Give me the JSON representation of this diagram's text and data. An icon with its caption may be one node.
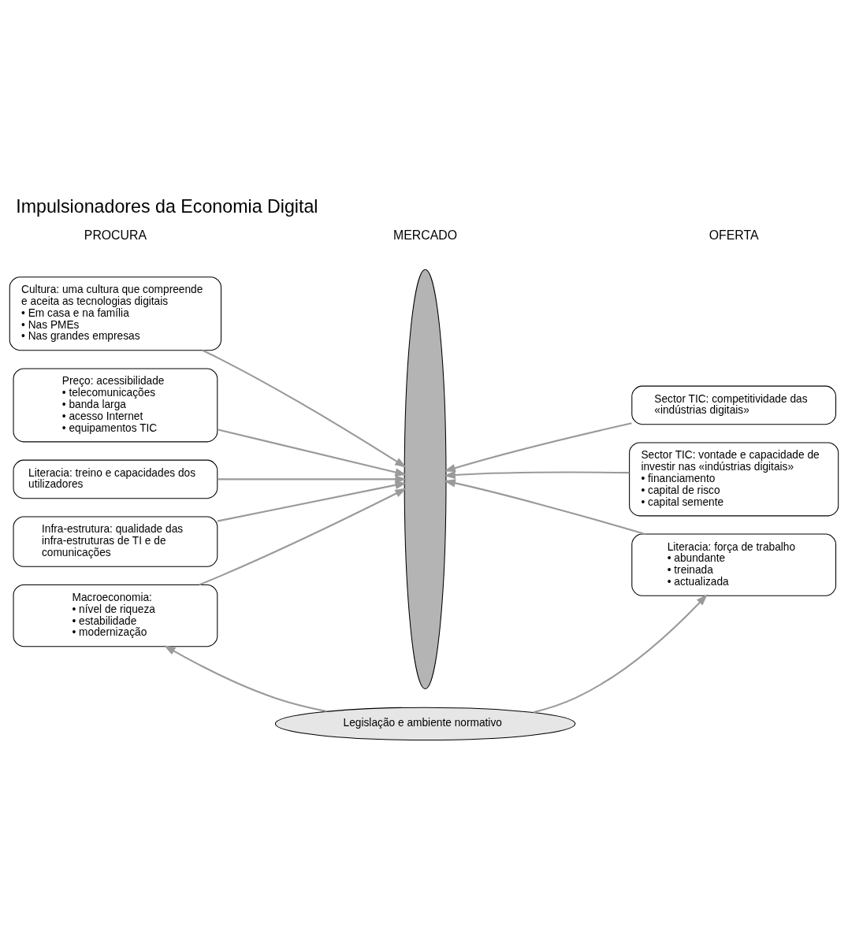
{
  "diagram": {
    "title": "Impulsionadores da Economia Digital",
    "nodes": [
      {
        "text": [
          "Cultura: uma cultura que compreende e aceita as tecnologias digitais",
          "• Em casa e na família",
          "• Nas PMEs",
          "• Nas grandes empresas"
        ]
      },
      {
        "text": [
          "Preço: acessibilidade",
          "• telecomunicações",
          "• banda larga",
          "• acesso Internet",
          "• equipamentos TIC"
        ]
      },
      {
        "text": [
          "Literacia: treino e capacidades dos utilizadores"
        ]
      },
      {
        "text": [
          "Infra-estrutura: qualidade das infra-estruturas de TI e de comunicações"
        ]
      },
      {
        "text": [
          "Macroeconomia:",
          "• nível de riqueza",
          "• estabilidade",
          "• modernização"
        ]
      },
      {
        "text": [],
        "shape": "ellipse"
      },
      {
        "text": [
          "Sector TIC: competitividade das «indústrias digitais»"
        ]
      },
      {
        "text": [
          "Sector TIC: vontade e capacidade de investir nas «indústrias digitais»",
          "• financiamento",
          "• capital de risco",
          "• capital semente"
        ]
      },
      {
        "text": [
          "Literacia: força de trabalho",
          "• abundante",
          "• treinada",
          "• actualizada"
        ]
      },
      {
        "text": [
          "Legislação e ambiente normativo"
        ]
      }
    ],
    "edges": [
      {
        "from": 0,
        "to": 5,
        "arrow": "to"
      },
      {
        "from": 1,
        "to": 5,
        "arrow": "to"
      },
      {
        "from": 2,
        "to": 5,
        "arrow": "to"
      },
      {
        "from": 3,
        "to": 5,
        "arrow": "to"
      },
      {
        "from": 4,
        "to": 5,
        "arrow": "to"
      },
      {
        "from": 6,
        "to": 5,
        "arrow": "to"
      },
      {
        "from": 7,
        "to": 5,
        "arrow": "to"
      },
      {
        "from": 8,
        "to": 5,
        "arrow": "to"
      },
      {
        "from": 9,
        "to": 4,
        "arrow": "to"
      },
      {
        "from": 9,
        "to": 8,
        "arrow": "to"
      }
    ],
    "labels": [
      "PROCURA",
      "MERCADO",
      "OFERTA"
    ]
  }
}
